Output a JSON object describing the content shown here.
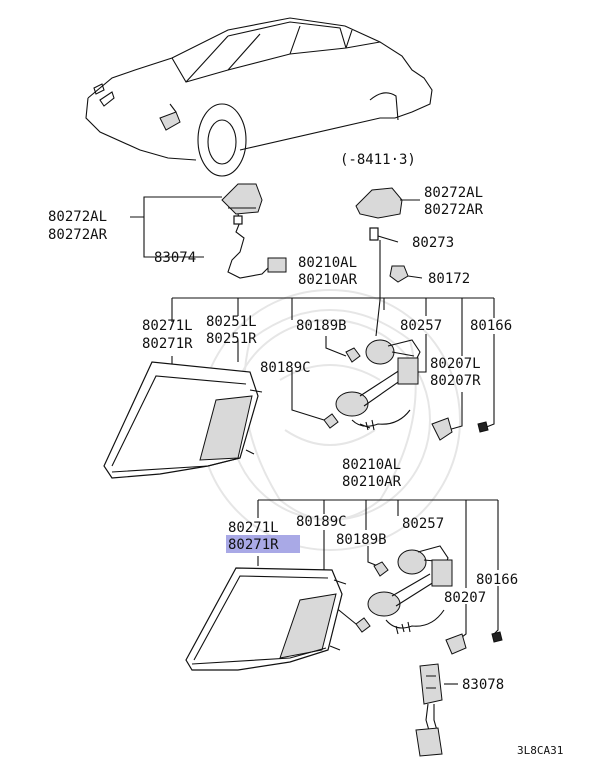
{
  "diagram": {
    "code": "3L8CA31",
    "date_range": "(-8411·3)",
    "labels": {
      "top_left_al": "80272AL",
      "top_left_ar": "80272AR",
      "top_right_al": "80272AL",
      "top_right_ar": "80272AR",
      "p83074": "83074",
      "p80273": "80273",
      "p80172": "80172",
      "upper_80210al": "80210AL",
      "upper_80210ar": "80210AR",
      "upper_80271l": "80271L",
      "upper_80271r": "80271R",
      "upper_80251l": "80251L",
      "upper_80251r": "80251R",
      "upper_80189b": "80189B",
      "upper_80257": "80257",
      "upper_80166": "80166",
      "upper_80189c": "80189C",
      "upper_80207l": "80207L",
      "upper_80207r": "80207R",
      "lower_80210al": "80210AL",
      "lower_80210ar": "80210AR",
      "lower_80271l": "80271L",
      "lower_80271r": "80271R",
      "lower_80189c": "80189C",
      "lower_80257": "80257",
      "lower_80189b": "80189B",
      "lower_80166": "80166",
      "lower_80207": "80207",
      "p83078": "83078"
    },
    "highlight_color": "#a9a9e6"
  }
}
